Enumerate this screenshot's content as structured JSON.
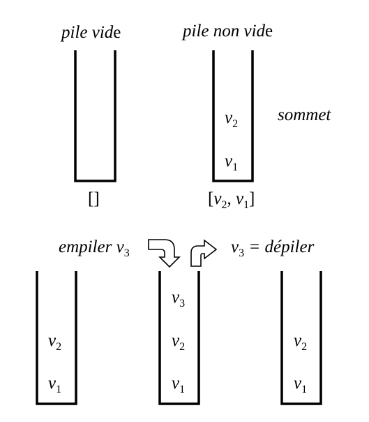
{
  "top": {
    "empty_stack": {
      "title_a": "pile vid",
      "title_b": "e",
      "list": "[]"
    },
    "full_stack": {
      "title_a": "pile non vid",
      "title_b": "e",
      "items": [
        {
          "v": "v",
          "s": "2"
        },
        {
          "v": "v",
          "s": "1"
        }
      ],
      "list": {
        "open": "[",
        "v1": "v",
        "s1": "2",
        "comma": ",",
        "v2": "v",
        "s2": "1",
        "close": "]"
      }
    },
    "top_label": "sommet"
  },
  "bottom": {
    "push_label": {
      "text": "empiler ",
      "v": "v",
      "s": "3"
    },
    "pop_label": {
      "v": "v",
      "s": "3",
      "text": " = dépiler"
    },
    "stack_before": [
      {
        "v": "v",
        "s": "2"
      },
      {
        "v": "v",
        "s": "1"
      }
    ],
    "stack_pushed": [
      {
        "v": "v",
        "s": "3"
      },
      {
        "v": "v",
        "s": "2"
      },
      {
        "v": "v",
        "s": "1"
      }
    ],
    "stack_after": [
      {
        "v": "v",
        "s": "2"
      },
      {
        "v": "v",
        "s": "1"
      }
    ]
  }
}
